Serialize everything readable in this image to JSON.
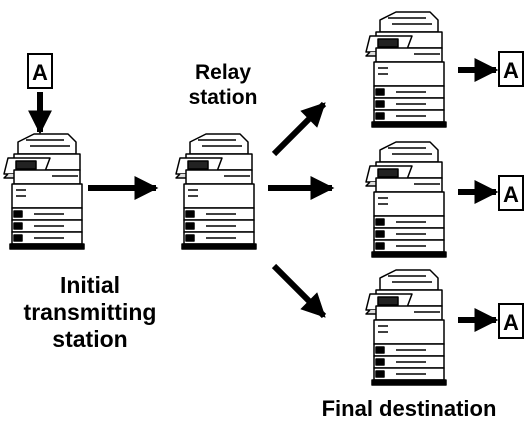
{
  "labels": {
    "initial": "Initial\ntransmitting\nstation",
    "relay": "Relay\nstation",
    "final": "Final destination"
  },
  "document": {
    "letter": "A"
  },
  "icons": [
    "mfp-printer-icon",
    "document-icon",
    "arrow-icon"
  ],
  "colors": {
    "ink": "#000000",
    "background": "#ffffff"
  }
}
